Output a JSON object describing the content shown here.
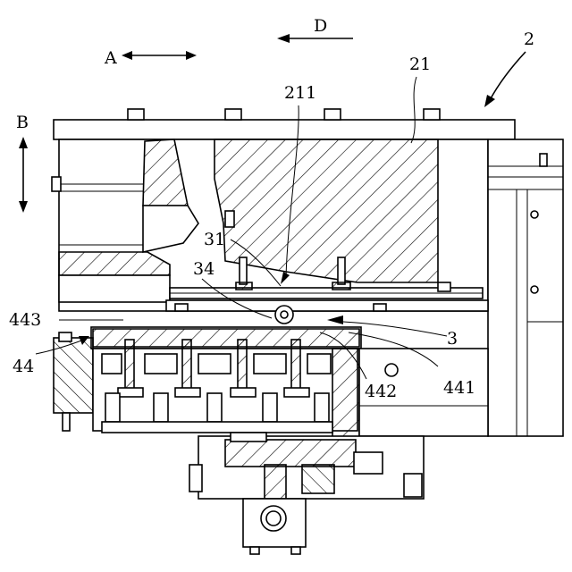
{
  "figure": {
    "labels": {
      "A": "A",
      "B": "B",
      "D": "D",
      "n2": "2",
      "n21": "21",
      "n211": "211",
      "n31": "31",
      "n34": "34",
      "n443": "443",
      "n44": "44",
      "n3": "3",
      "n442": "442",
      "n441": "441"
    }
  }
}
